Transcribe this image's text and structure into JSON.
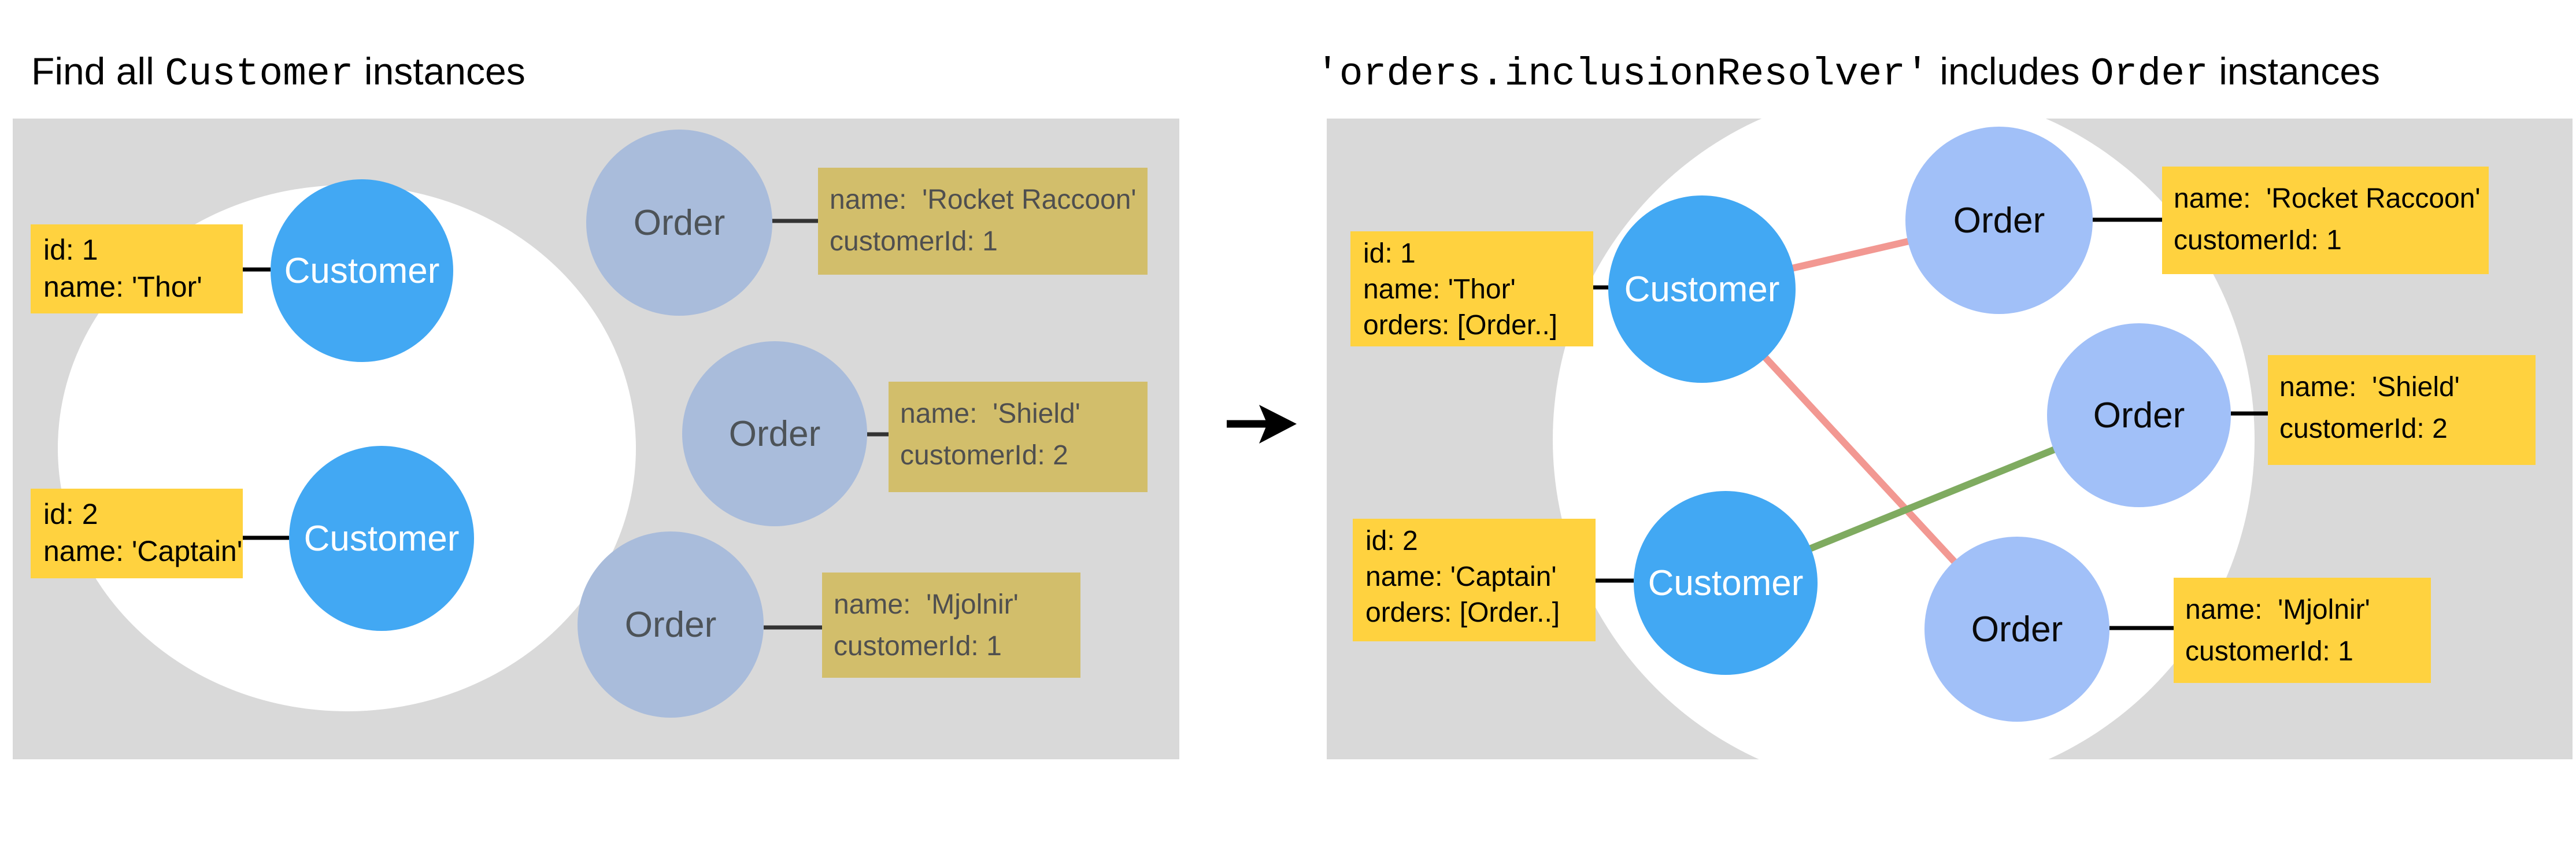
{
  "titles": {
    "left": {
      "segments": [
        "Find all ",
        "Customer",
        " instances"
      ]
    },
    "right": {
      "segments": [
        "'orders.inclusionResolver'",
        " includes ",
        "Order",
        " instances"
      ]
    }
  },
  "colors": {
    "panel_gray": "#d9d9d9",
    "customer_blue": "#42a8f3",
    "order_muted_blue": "#a9bcdb",
    "order_bright_blue": "#a1c0f8",
    "label_yellow": "#ffd23f",
    "label_tan": "#d2be6b",
    "relation_red": "#f29892",
    "relation_green": "#7fab60",
    "connector_black": "#000000"
  },
  "left_panel": {
    "customers": [
      {
        "circle_text": "Customer",
        "label_lines": [
          "id: 1",
          "name: 'Thor'"
        ]
      },
      {
        "circle_text": "Customer",
        "label_lines": [
          "id: 2",
          "name: 'Captain'"
        ]
      }
    ],
    "orders": [
      {
        "circle_text": "Order",
        "label_lines": [
          "name:  'Rocket Raccoon'",
          "customerId: 1"
        ]
      },
      {
        "circle_text": "Order",
        "label_lines": [
          "name:  'Shield'",
          "customerId: 2"
        ]
      },
      {
        "circle_text": "Order",
        "label_lines": [
          "name:  'Mjolnir'",
          "customerId: 1"
        ]
      }
    ]
  },
  "right_panel": {
    "customers": [
      {
        "circle_text": "Customer",
        "label_lines": [
          "id: 1",
          "name: 'Thor'",
          "orders: [Order..]"
        ]
      },
      {
        "circle_text": "Customer",
        "label_lines": [
          "id: 2",
          "name: 'Captain'",
          "orders: [Order..]"
        ]
      }
    ],
    "orders": [
      {
        "circle_text": "Order",
        "label_lines": [
          "name:  'Rocket Raccoon'",
          "customerId: 1"
        ]
      },
      {
        "circle_text": "Order",
        "label_lines": [
          "name:  'Shield'",
          "customerId: 2"
        ]
      },
      {
        "circle_text": "Order",
        "label_lines": [
          "name:  'Mjolnir'",
          "customerId: 1"
        ]
      }
    ]
  }
}
